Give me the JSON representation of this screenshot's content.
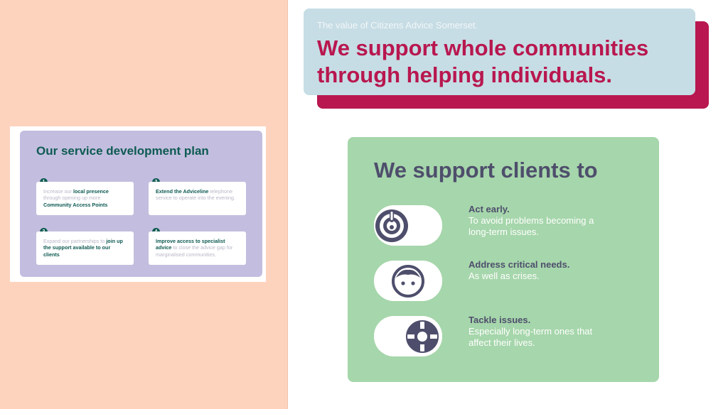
{
  "thumbnail": {
    "title": "Our service development plan",
    "steps": [
      {
        "num": "1",
        "pre": "Increase our ",
        "bold": "local presence",
        "mid": " through opening up more ",
        "bold2": "Community Access Points",
        "post": ""
      },
      {
        "num": "2",
        "pre": "",
        "bold": "Extend the Adviceline",
        "mid": " telephone service to operate into the evening.",
        "bold2": "",
        "post": ""
      },
      {
        "num": "3",
        "pre": "Expand our partnerships to ",
        "bold": "join up the support available to our clients",
        "mid": "",
        "bold2": "",
        "post": ""
      },
      {
        "num": "4",
        "pre": "",
        "bold": "Improve access to specialist advice",
        "mid": " to close the advice gap for marginalised communities.",
        "bold2": "",
        "post": ""
      }
    ]
  },
  "banner": {
    "subtitle": "The value of Citizens Advice Somerset.",
    "title": "We support whole communities through helping individuals."
  },
  "card": {
    "title": "We support clients to",
    "items": [
      {
        "icon": "alert-target-icon",
        "heading": "Act early.",
        "body": "To avoid problems becoming a long-term issues."
      },
      {
        "icon": "face-icon",
        "heading": "Address critical needs.",
        "body": "As well as crises."
      },
      {
        "icon": "lifebuoy-icon",
        "heading": "Tackle issues.",
        "body": "Especially long-term ones that affect their lives."
      }
    ]
  },
  "colors": {
    "left_panel": "#fdd3be",
    "thumb_panel": "#c3bedf",
    "dark_teal": "#0e5a52",
    "banner_bg": "#c6dde5",
    "crimson": "#b8174f",
    "green_card": "#a6d6ab",
    "slate": "#4e4e6c"
  }
}
